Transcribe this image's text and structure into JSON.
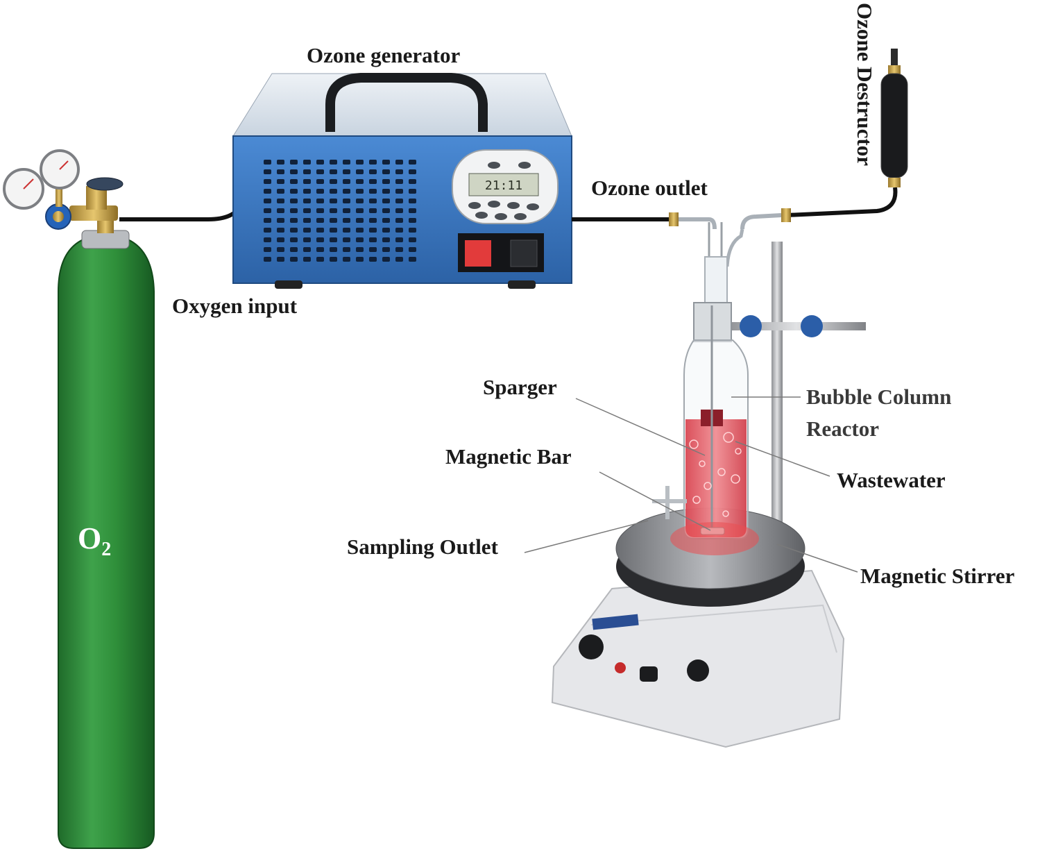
{
  "labels": {
    "ozone_generator": "Ozone generator",
    "ozone_outlet": "Ozone outlet",
    "ozone_destructor": "Ozone Destructor",
    "oxygen_input": "Oxygen input",
    "sparger": "Sparger",
    "bubble_column_line1": "Bubble Column",
    "bubble_column_line2": "Reactor",
    "magnetic_bar": "Magnetic Bar",
    "wastewater": "Wastewater",
    "sampling_outlet": "Sampling Outlet",
    "magnetic_stirrer": "Magnetic Stirrer"
  },
  "cylinder": {
    "symbol": "O",
    "subscript": "2"
  },
  "generator_display": "21:11",
  "colors": {
    "cylinder_green": "#2f8f3a",
    "generator_blue": "#3a78c2",
    "tubing": "#111111",
    "wastewater": "#e0505a",
    "stirrer_body": "#e8e9ec",
    "steel_plate": "#8a8c90"
  }
}
